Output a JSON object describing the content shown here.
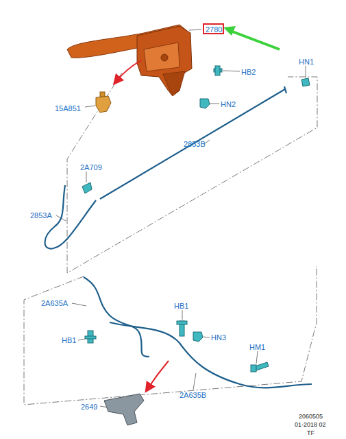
{
  "diagram": {
    "nodes": [
      {
        "text": [
          "2780"
        ]
      }
    ],
    "labels": [
      "HN1",
      "HB2",
      "15A851",
      "HN2",
      "2853B",
      "2A709",
      "2853A",
      "2A635A",
      "HB1",
      "HB1",
      "HN3",
      "HM1",
      "2A635B",
      "2649",
      "2060505",
      "01-2018 02",
      "TF"
    ]
  }
}
